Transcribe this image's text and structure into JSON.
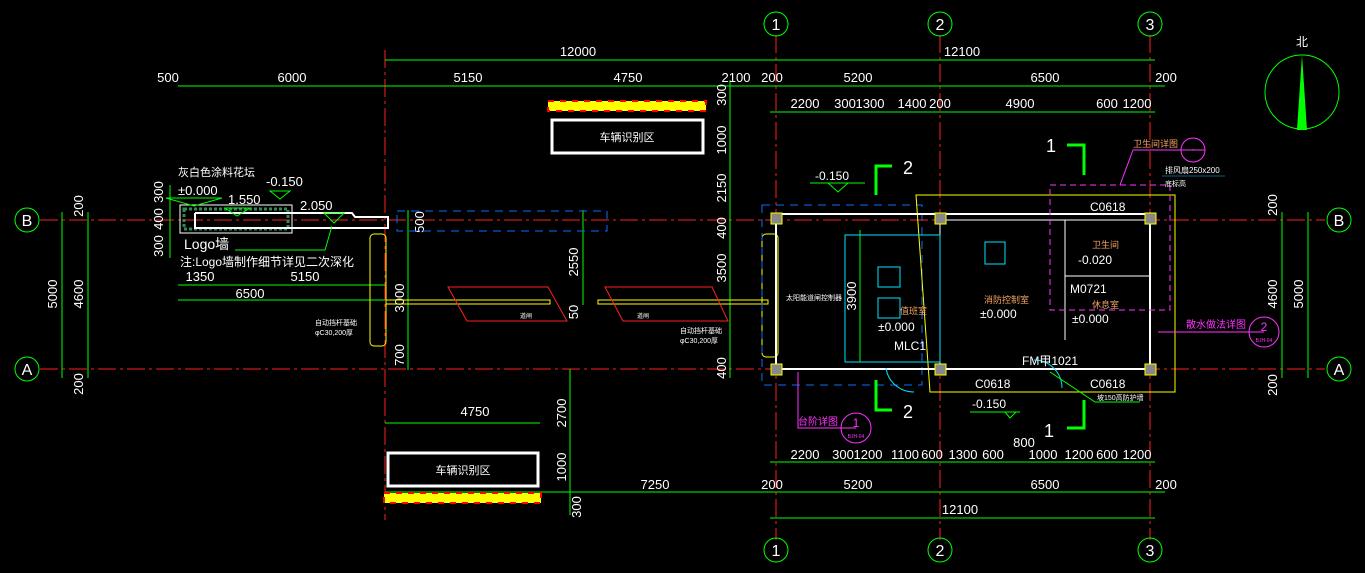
{
  "axes": {
    "col1": "1",
    "col2": "2",
    "col3": "3",
    "rowA": "A",
    "rowB": "B"
  },
  "north": "北",
  "dims_top_1": [
    "12000",
    "12100"
  ],
  "dims_top_2": [
    "500",
    "6000",
    "5150",
    "4750",
    "2100",
    "200",
    "5200",
    "6500",
    "200"
  ],
  "dims_top_3": [
    "2200",
    "300",
    "1300",
    "1400",
    "200",
    "4900",
    "600",
    "1200"
  ],
  "dims_bot_1": [
    "2200",
    "300",
    "1200",
    "1100",
    "600",
    "1300",
    "600",
    "1000",
    "1200",
    "600",
    "1200"
  ],
  "dims_bot_2": [
    "7250",
    "200",
    "5200",
    "6500",
    "200"
  ],
  "dims_bot_3": "12100",
  "dims_left": [
    "5000",
    "4600",
    "200",
    "200",
    "300",
    "400",
    "300"
  ],
  "dims_right": [
    "4600",
    "5000",
    "200",
    "200"
  ],
  "dims_mid": [
    "300",
    "1000",
    "2150",
    "400",
    "3500",
    "400",
    "500",
    "3000",
    "700",
    "2550",
    "50",
    "3900",
    "2700",
    "1000",
    "300",
    "1350",
    "5150",
    "6500",
    "800"
  ],
  "zones": {
    "vehicle_top": "车辆识别区",
    "vehicle_bottom": "车辆识别区"
  },
  "logo": {
    "planter": "灰白色涂料花坛",
    "level0": "±0.000",
    "lvl_m015": "-0.150",
    "lvl_1550": "1.550",
    "lvl_2050": "2.050",
    "wall": "Logo墙",
    "note": "注:Logo墙制作细节详见二次深化"
  },
  "rooms": {
    "duty": "值班室",
    "duty_level": "±0.000",
    "fire": "消防控制室",
    "fire_level": "±0.000",
    "wc": "卫生间",
    "wc_level": "-0.020",
    "rest": "休息室",
    "rest_level": "±0.000"
  },
  "openings": {
    "c0618_top": "C0618",
    "c0618_bot": "C0618",
    "c0618_bot2": "C0618",
    "mlc1": "MLC1",
    "m0721": "M0721",
    "fm": "FM甲1021"
  },
  "levels": {
    "top": "-0.150",
    "bottom": "-0.150"
  },
  "section_marks": {
    "s1": "1",
    "s1b": "1",
    "s2": "2",
    "s2b": "2"
  },
  "callouts": {
    "wc_detail": "卫生间详图",
    "wc_detail_no": "-",
    "fan": "排风扇250x200",
    "fan_sub": "底标高",
    "ramp_detail": "散水做法详图",
    "ramp_no": "2",
    "ramp_ref": "BJH-04",
    "step_detail": "台阶详图",
    "step_no": "1",
    "step_ref": "BJH-04",
    "ramp_note": "坡150高防护墙",
    "gate_left": "自动挡杆基础",
    "gate_left_sub": "φC30,200厚",
    "gate_right": "自动挡杆基础",
    "gate_right_sub": "φC30,200厚",
    "barrier_label": "太阳能道闸控制器",
    "lane_left": "道闸",
    "lane_right": "道闸"
  }
}
